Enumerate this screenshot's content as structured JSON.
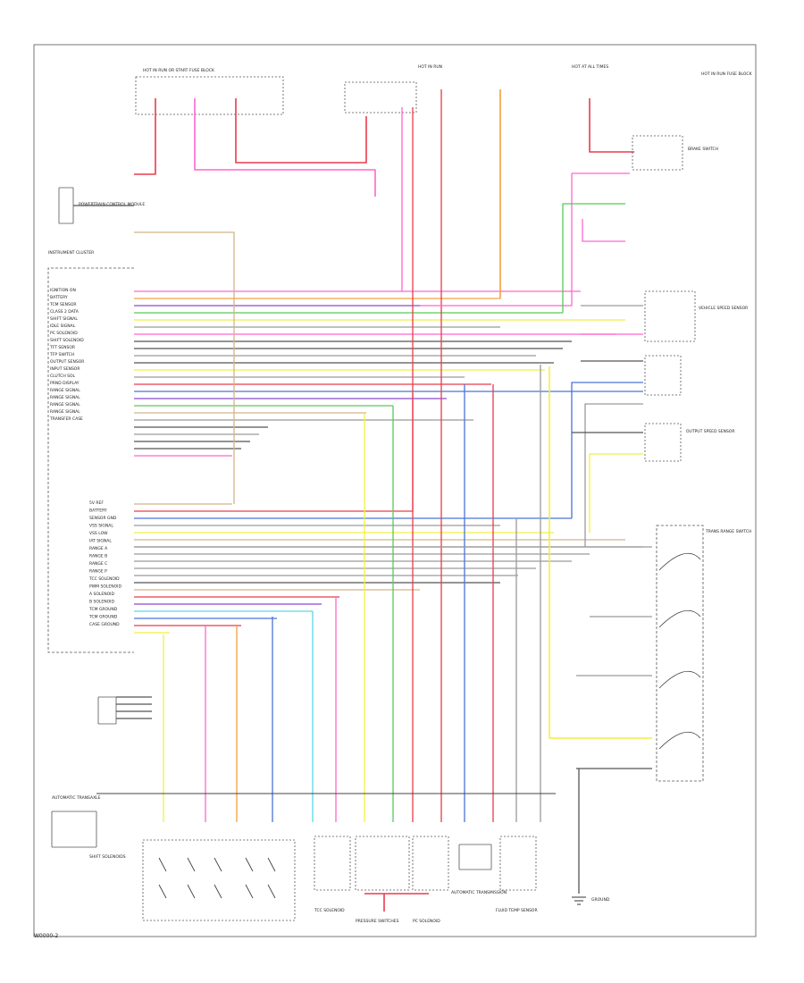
{
  "footer": {
    "page_code": "W0000-2"
  },
  "colors": {
    "pink": "#ff66cc",
    "red": "#e83c4c",
    "orange": "#f2a040",
    "yellow": "#f0f040",
    "green": "#57c957",
    "blue": "#4a73d6",
    "purple": "#8a4ad0",
    "lightblue": "#59d7e8",
    "gray": "#9a9a9a",
    "darkgray": "#555555",
    "tan": "#d2b48c"
  },
  "labels": {
    "cluster": "INSTRUMENT CLUSTER",
    "cluster_pins_a": [
      "IGNITION ON",
      "BATTERY",
      "TCM SENSOR",
      "CLASS 2 DATA",
      "SHIFT SIGNAL",
      "IDLE SIGNAL",
      "PC SOLENOID",
      "SHIFT SOLENOID",
      "TFT SENSOR",
      "TFP SWITCH",
      "OUTPUT SENSOR",
      "INPUT SENSOR",
      "CLUTCH SOL",
      "PRND DISPLAY",
      "RANGE SIGNAL",
      "RANGE SIGNAL",
      "RANGE SIGNAL",
      "RANGE SIGNAL",
      "TRANSFER CASE"
    ],
    "cluster_pins_b": [
      "5V REF",
      "BATTERY",
      "SENSOR GND",
      "VSS SIGNAL",
      "VSS LOW",
      "IAT SIGNAL",
      "RANGE A",
      "RANGE B",
      "RANGE C",
      "RANGE P",
      "TCC SOLENOID",
      "PWM SOLENOID",
      "A SOLENOID",
      "B SOLENOID",
      "TCM GROUND",
      "TCM GROUND",
      "CASE GROUND"
    ],
    "fuse_block": "HOT IN RUN OR START FUSE BLOCK",
    "hot_run": "HOT IN RUN",
    "hot_at_all_times": "HOT AT ALL TIMES",
    "fuse_right": "HOT IN RUN FUSE BLOCK",
    "pcm_connector": "POWERTRAIN CONTROL MODULE",
    "brake_switch": "BRAKE SWITCH",
    "speed_sensor_top": "VEHICLE SPEED SENSOR",
    "speed_sensor_right": "OUTPUT SPEED SENSOR",
    "range_switch": "TRANS RANGE SWITCH",
    "tcm": "AUTOMATIC TRANSMISSION",
    "solenoids_left": "SHIFT SOLENOIDS",
    "pressure_switches": "PRESSURE SWITCHES",
    "tcc_solenoid": "TCC SOLENOID",
    "pc_solenoid": "PC SOLENOID",
    "fluid_temp": "FLUID TEMP SENSOR",
    "ground": "GROUND",
    "bus_label": "AUTOMATIC TRANSAXLE"
  }
}
